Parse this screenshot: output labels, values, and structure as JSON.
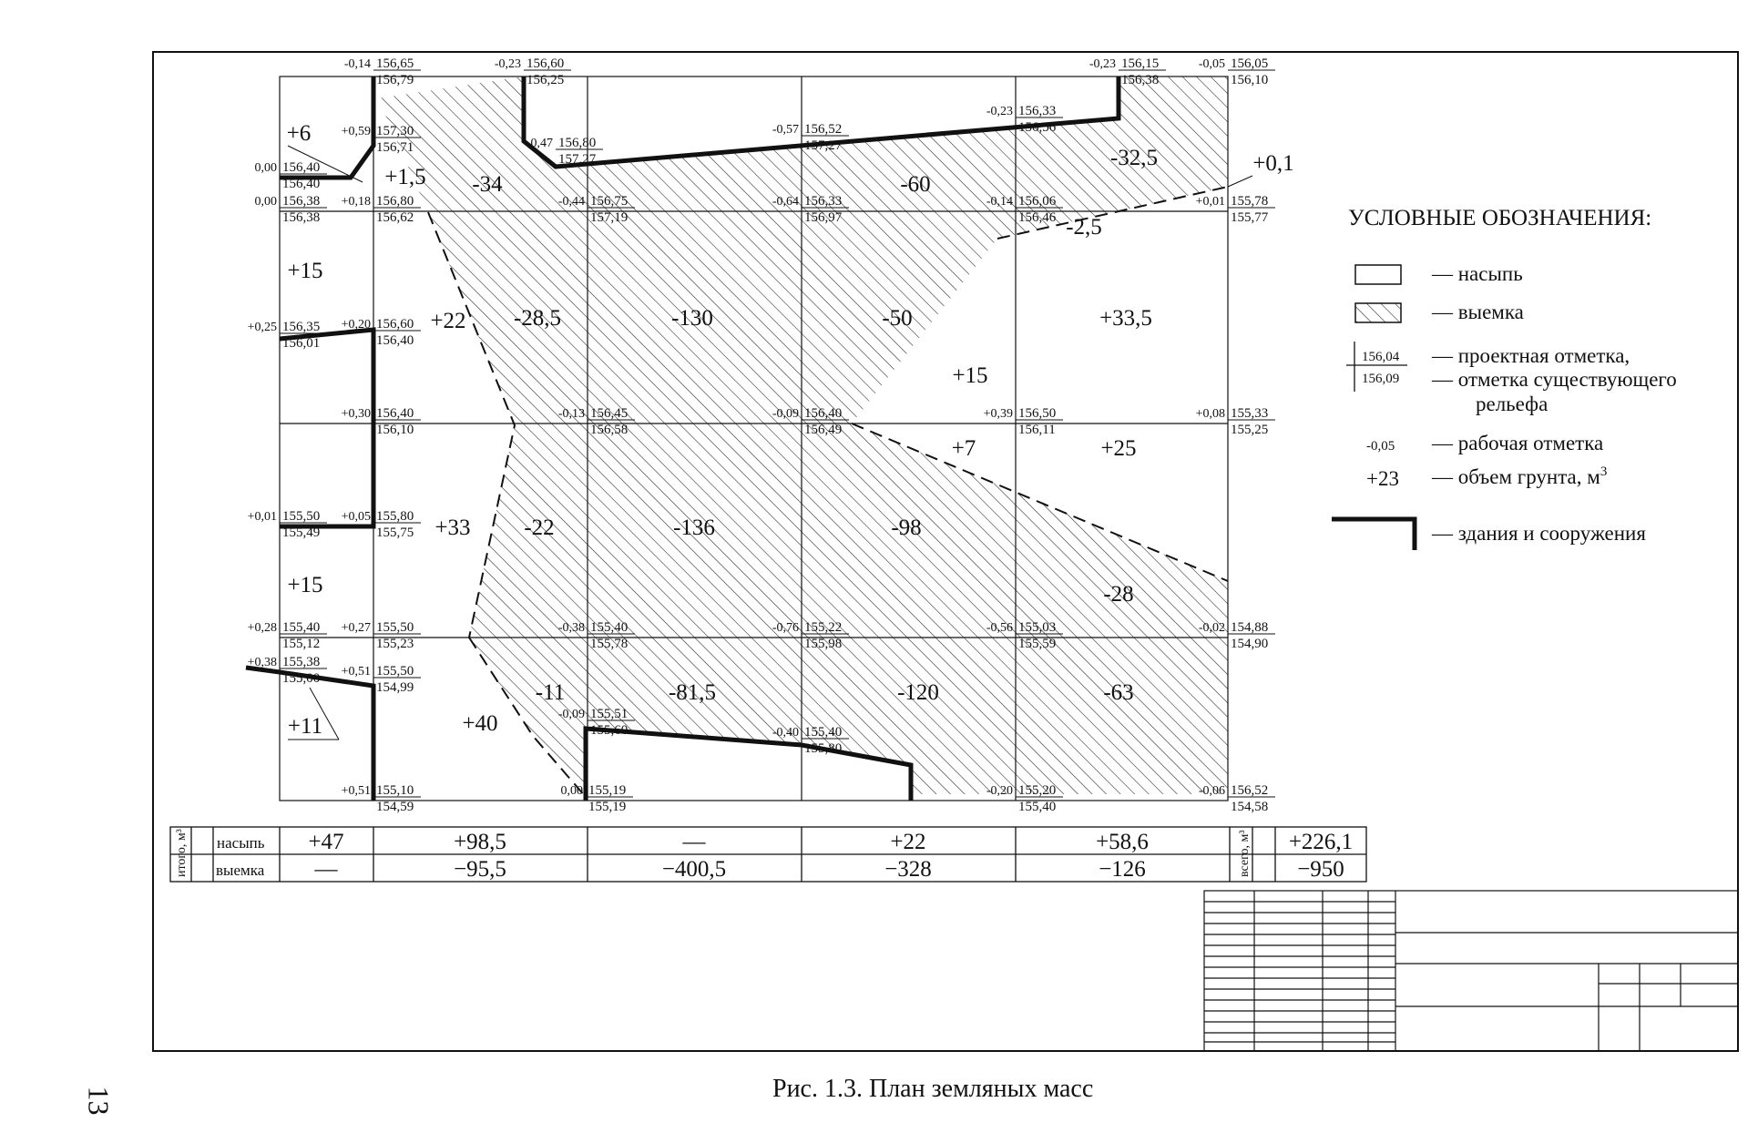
{
  "legend": {
    "title": "УСЛОВНЫЕ ОБОЗНАЧЕНИЯ:",
    "fill": "— насыпь",
    "cut": "— выемка",
    "design_mark": "— проектная отметка,",
    "existing_mark_1": "— отметка существующего",
    "existing_mark_2": "рельефа",
    "sample_design": "156,04",
    "sample_existing": "156,09",
    "sample_work": "-0,05",
    "work_mark": "— рабочая отметка",
    "sample_volume": "+23",
    "volume": "— объем грунта, м",
    "volume_sup": "3",
    "buildings": "— здания и сооружения"
  },
  "nodes": [
    {
      "w": "-0,14",
      "d": "156,65",
      "e": "156,79"
    },
    {
      "w": "-0,23",
      "d": "156,60",
      "e": "156,25"
    },
    {
      "w": "-0,23",
      "d": "156,15",
      "e": "156,38"
    },
    {
      "w": "-0,05",
      "d": "156,05",
      "e": "156,10"
    },
    {
      "w": "+0,59",
      "d": "157,30",
      "e": "156,71"
    },
    {
      "w": "0,00",
      "d": "156,40",
      "e": "156,40"
    },
    {
      "w": "-0,47",
      "d": "156,80",
      "e": "157,27"
    },
    {
      "w": "-0,57",
      "d": "156,52",
      "e": "157,27"
    },
    {
      "w": "-0,23",
      "d": "156,33",
      "e": "156,56"
    },
    {
      "w": "0,00",
      "d": "156,38",
      "e": "156,38"
    },
    {
      "w": "+0,18",
      "d": "156,80",
      "e": "156,62"
    },
    {
      "w": "-0,44",
      "d": "156,75",
      "e": "157,19"
    },
    {
      "w": "-0,64",
      "d": "156,33",
      "e": "156,97"
    },
    {
      "w": "-0,14",
      "d": "156,06",
      "e": "156,46"
    },
    {
      "w": "+0,01",
      "d": "155,78",
      "e": "155,77"
    },
    {
      "w": "+0,25",
      "d": "156,35",
      "e": "156,01"
    },
    {
      "w": "+0,20",
      "d": "156,60",
      "e": "156,40"
    },
    {
      "w": "+0,30",
      "d": "156,40",
      "e": "156,10"
    },
    {
      "w": "-0,13",
      "d": "156,45",
      "e": "156,58"
    },
    {
      "w": "-0,09",
      "d": "156,40",
      "e": "156,49"
    },
    {
      "w": "+0,39",
      "d": "156,50",
      "e": "156,11"
    },
    {
      "w": "+0,08",
      "d": "155,33",
      "e": "155,25"
    },
    {
      "w": "+0,01",
      "d": "155,50",
      "e": "155,49"
    },
    {
      "w": "+0,05",
      "d": "155,80",
      "e": "155,75"
    },
    {
      "w": "+0,28",
      "d": "155,40",
      "e": "155,12"
    },
    {
      "w": "+0,27",
      "d": "155,50",
      "e": "155,23"
    },
    {
      "w": "-0,38",
      "d": "155,40",
      "e": "155,78"
    },
    {
      "w": "-0,76",
      "d": "155,22",
      "e": "155,98"
    },
    {
      "w": "-0,56",
      "d": "155,03",
      "e": "155,59"
    },
    {
      "w": "-0,02",
      "d": "154,88",
      "e": "154,90"
    },
    {
      "w": "+0,38",
      "d": "155,38",
      "e": "155,00"
    },
    {
      "w": "+0,51",
      "d": "155,50",
      "e": "154,99"
    },
    {
      "w": "-0,09",
      "d": "155,51",
      "e": "155,60"
    },
    {
      "w": "-0,40",
      "d": "155,40",
      "e": "155,80"
    },
    {
      "w": "+0,51",
      "d": "155,10",
      "e": "154,59"
    },
    {
      "w": "0,00",
      "d": "155,19",
      "e": "155,19"
    },
    {
      "w": "-0,20",
      "d": "155,20",
      "e": "155,40"
    },
    {
      "w": "-0,06",
      "d": "156,52",
      "e": "154,58"
    }
  ],
  "volumes": [
    "+6",
    "+1,5",
    "-34",
    "-60",
    "-32,5",
    "+0,1",
    "-2,5",
    "+15",
    "+22",
    "-28,5",
    "-130",
    "-50",
    "+33,5",
    "+15",
    "+7",
    "+25",
    "+33",
    "-22",
    "-136",
    "-98",
    "+15",
    "-28",
    "-11",
    "-81,5",
    "-120",
    "-63",
    "+40",
    "+11"
  ],
  "summary": {
    "label_total": "итого, м³",
    "row_fill": "насыпь",
    "row_cut": "выемка",
    "fill_values": [
      "+47",
      "+98,5",
      "—",
      "+22",
      "+58,6"
    ],
    "cut_values": [
      "—",
      "−95,5",
      "−400,5",
      "−328",
      "−126"
    ],
    "label_all": "всего, м³",
    "total_fill": "+226,1",
    "total_cut": "−950"
  },
  "caption": "Рис. 1.3. План земляных масс",
  "page_number": "13"
}
